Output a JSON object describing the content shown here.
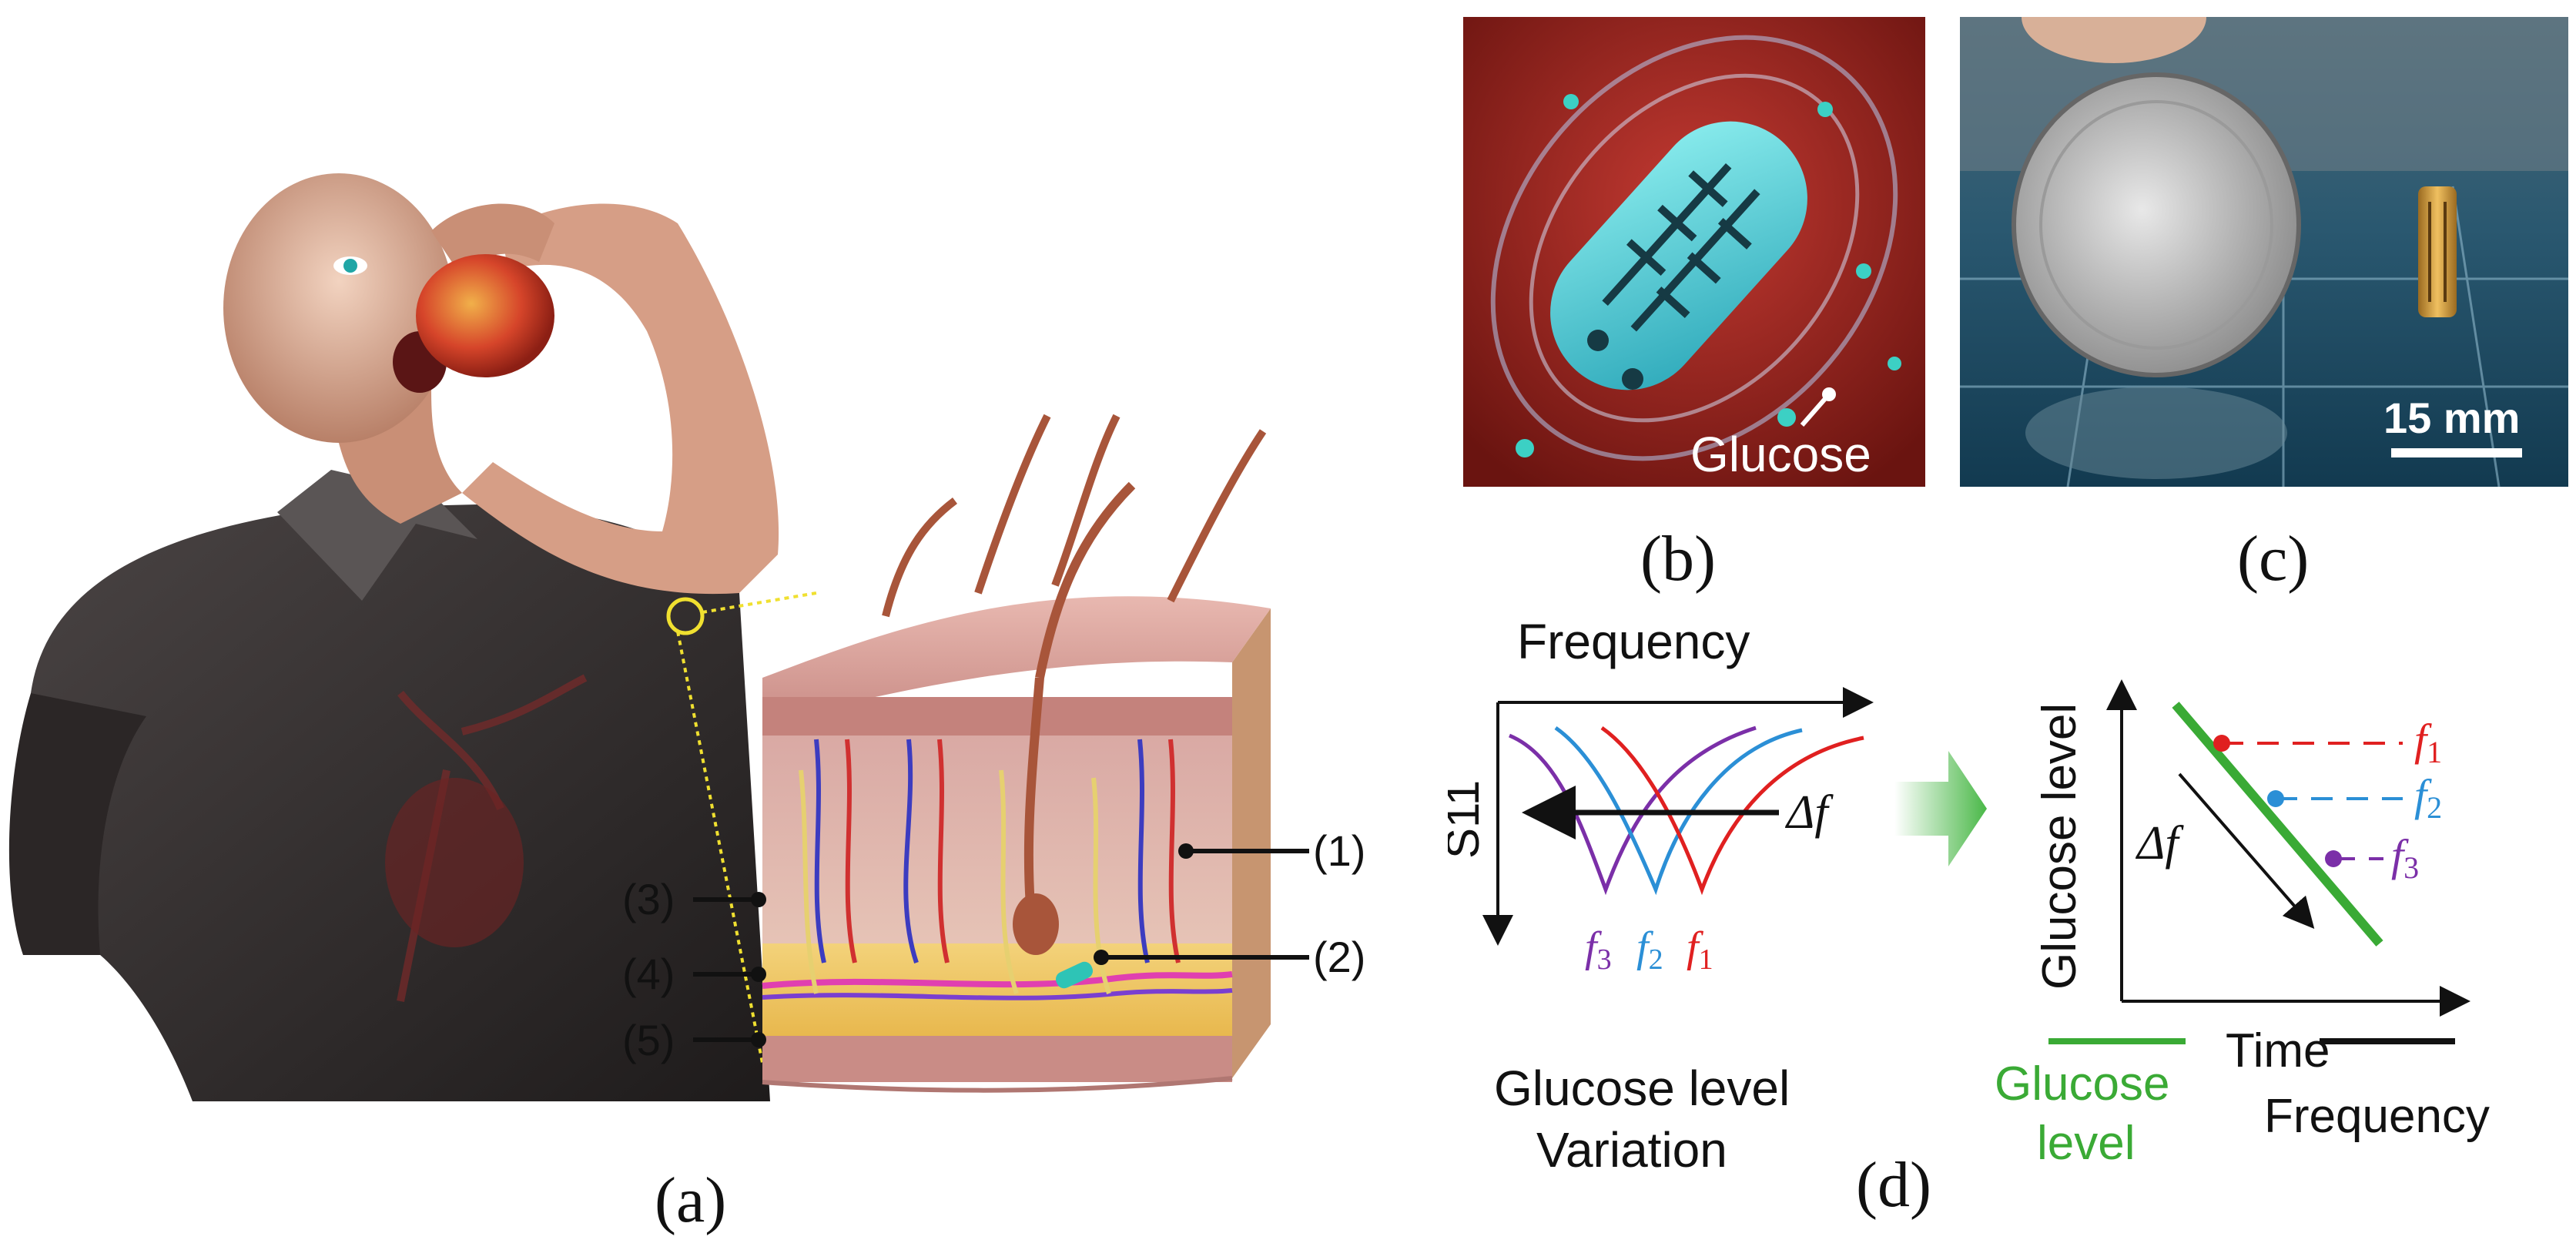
{
  "panels": {
    "a": "(a)",
    "b": "(b)",
    "c": "(c)",
    "d": "(d)"
  },
  "skin_callouts": {
    "c1": "(1)",
    "c2": "(2)",
    "c3": "(3)",
    "c4": "(4)",
    "c5": "(5)"
  },
  "panel_b": {
    "glucose_label": "Glucose"
  },
  "panel_c": {
    "scale_label": "15 mm"
  },
  "panel_d": {
    "left_plot": {
      "x_axis": "Frequency",
      "y_axis": "S11",
      "shift_label": "Δf",
      "freq_labels": [
        {
          "sym": "f",
          "sub": "3",
          "color": "#7b2fa8"
        },
        {
          "sym": "f",
          "sub": "2",
          "color": "#2b8fd6"
        },
        {
          "sym": "f",
          "sub": "1",
          "color": "#e02020"
        }
      ],
      "caption_line1": "Glucose level",
      "caption_line2": "Variation"
    },
    "right_plot": {
      "y_axis": "Glucose level",
      "x_axis": "Time",
      "shift_label": "Δf",
      "freq_labels": [
        {
          "sym": "f",
          "sub": "1",
          "color": "#e02020"
        },
        {
          "sym": "f",
          "sub": "2",
          "color": "#2b8fd6"
        },
        {
          "sym": "f",
          "sub": "3",
          "color": "#7b2fa8"
        }
      ]
    },
    "legend": {
      "glucose_line1": "Glucose",
      "glucose_line2": "level",
      "frequency": "Frequency",
      "glucose_color": "#3aaa35",
      "frequency_color": "#111111"
    }
  },
  "colors": {
    "red": "#e02020",
    "blue": "#2b8fd6",
    "purple": "#7b2fa8",
    "green": "#3aaa35"
  }
}
